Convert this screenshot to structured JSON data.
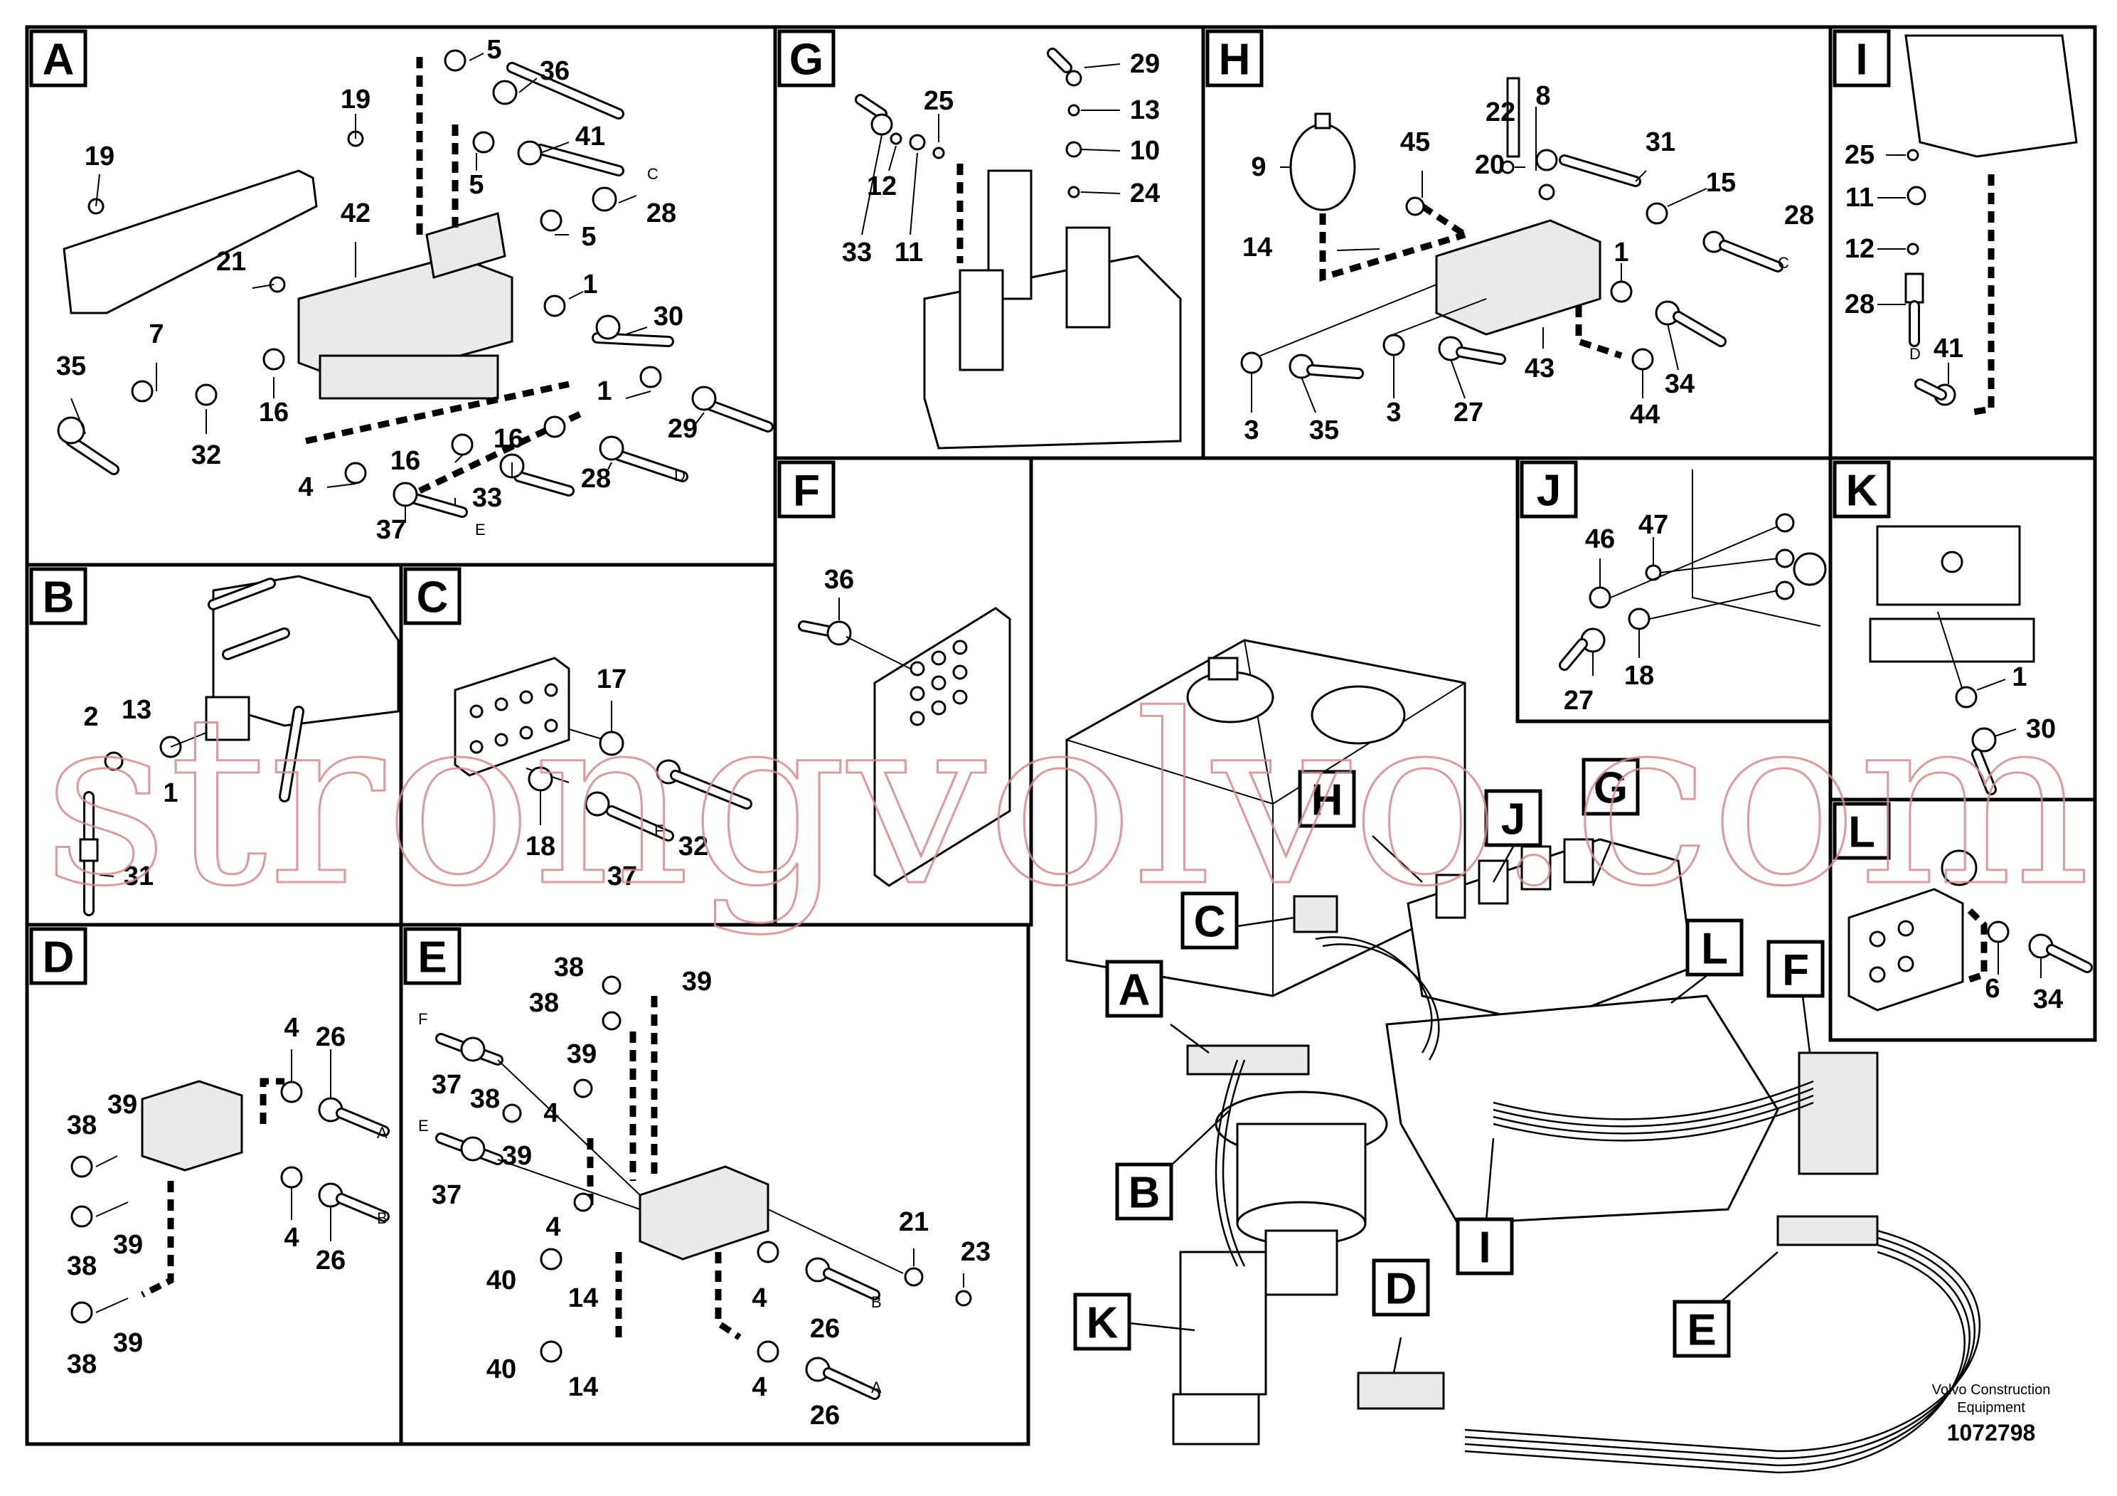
{
  "panels": {
    "A": {
      "letter": "A",
      "callouts": [
        "5",
        "36",
        "19",
        "41",
        "19",
        "5",
        "C",
        "28",
        "42",
        "5",
        "21",
        "1",
        "30",
        "7",
        "35",
        "16",
        "1",
        "32",
        "29",
        "16",
        "16",
        "28",
        "D",
        "4",
        "33",
        "37",
        "E"
      ]
    },
    "B": {
      "letter": "B",
      "callouts": [
        "2",
        "13",
        "1",
        "31"
      ]
    },
    "C": {
      "letter": "C",
      "callouts": [
        "17",
        "18",
        "F",
        "37",
        "32"
      ]
    },
    "D": {
      "letter": "D",
      "callouts": [
        "4",
        "26",
        "39",
        "38",
        "A",
        "39",
        "38",
        "4",
        "26",
        "B",
        "39",
        "38"
      ]
    },
    "E": {
      "letter": "E",
      "callouts": [
        "38",
        "39",
        "38",
        "39",
        "F",
        "37",
        "38",
        "4",
        "E",
        "39",
        "37",
        "4",
        "21",
        "23",
        "40",
        "14",
        "4",
        "26",
        "B",
        "40",
        "14",
        "4",
        "26",
        "A"
      ]
    },
    "F": {
      "letter": "F",
      "callouts": [
        "36"
      ]
    },
    "G": {
      "letter": "G",
      "callouts": [
        "29",
        "25",
        "13",
        "10",
        "12",
        "24",
        "33",
        "11"
      ]
    },
    "H": {
      "letter": "H",
      "callouts": [
        "22",
        "8",
        "9",
        "45",
        "20",
        "31",
        "15",
        "14",
        "28",
        "C",
        "1",
        "3",
        "35",
        "3",
        "27",
        "43",
        "44",
        "34"
      ]
    },
    "I": {
      "letter": "I",
      "callouts": [
        "25",
        "11",
        "12",
        "28",
        "D",
        "41"
      ]
    },
    "J": {
      "letter": "J",
      "callouts": [
        "46",
        "47",
        "27",
        "18"
      ]
    },
    "K": {
      "letter": "K",
      "callouts": [
        "1",
        "30"
      ]
    },
    "L": {
      "letter": "L",
      "callouts": [
        "6",
        "34"
      ]
    },
    "overview": {
      "labels": [
        "H",
        "J",
        "G",
        "C",
        "L",
        "A",
        "F",
        "B",
        "I",
        "D",
        "E",
        "K"
      ]
    }
  },
  "footer": {
    "company": "Volvo Construction",
    "company2": "Equipment",
    "number": "1072798"
  },
  "watermark": "strongvolvo.com"
}
